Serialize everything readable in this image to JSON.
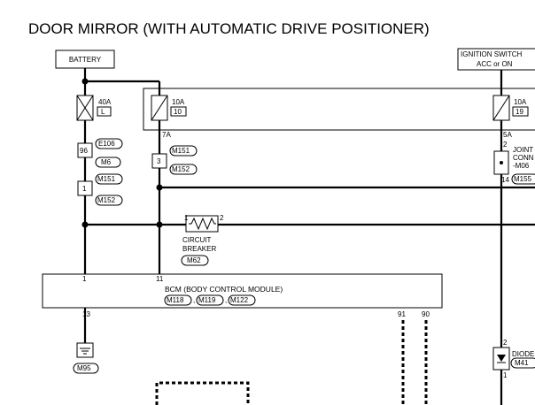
{
  "title": "DOOR MIRROR (WITH AUTOMATIC DRIVE POSITIONER)",
  "battery": {
    "label": "BATTERY"
  },
  "ignition": {
    "line1": "IGNITION SWITCH",
    "line2": "ACC or ON"
  },
  "fuses": {
    "f1": {
      "amp": "40A",
      "id": "L"
    },
    "f2": {
      "amp": "10A",
      "id": "10",
      "terminal": "7A"
    },
    "f3": {
      "amp": "10A",
      "id": "19",
      "terminal": "5A"
    }
  },
  "left_connectors": {
    "pin_a": "96",
    "conn_a1": "E106",
    "conn_a2": "M6",
    "pin_b": "1",
    "conn_b1": "M151",
    "conn_b2": "M152"
  },
  "mid_connector": {
    "pin": "3",
    "conn1": "M151",
    "conn2": "M152"
  },
  "joint_connector": {
    "pin_top": "2",
    "line1": "JOINT",
    "line2": "CONN",
    "line3": "-M06",
    "pin_bottom": "14",
    "conn": "M155"
  },
  "breaker": {
    "pin1": "1",
    "pin2": "2",
    "line1": "CIRCUIT",
    "line2": "BREAKER",
    "conn": "M62"
  },
  "bcm": {
    "label": "BCM (BODY CONTROL MODULE)",
    "connectors": [
      "M118",
      "M119",
      "M122"
    ],
    "pins": {
      "p1": "1",
      "p11": "11",
      "p13": "13",
      "p91": "91",
      "p90": "90"
    }
  },
  "ground": {
    "conn": "M95"
  },
  "diode": {
    "pin_top": "2",
    "label": "DIODE",
    "conn": "M41",
    "pin_bottom": "1"
  }
}
